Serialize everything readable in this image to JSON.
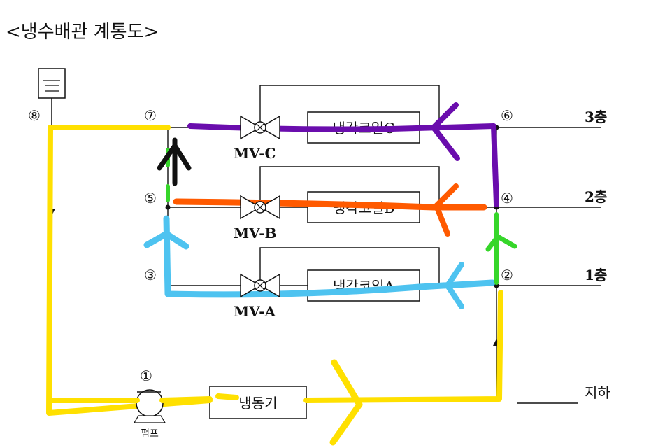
{
  "title": "<냉수배관 계통도>",
  "nodes": [
    "①",
    "②",
    "③",
    "④",
    "⑤",
    "⑥",
    "⑦",
    "⑧"
  ],
  "floors": {
    "third": "3층",
    "second": "2층",
    "first": "1층",
    "basement": "지하"
  },
  "coils": {
    "c": "냉각코일C",
    "b": "냉각코일B",
    "a": "냉각코일A"
  },
  "valves": {
    "c": "MV-C",
    "b": "MV-B",
    "a": "MV-A"
  },
  "chiller_label": "냉동기",
  "pump_label": "펌프",
  "flow_colors": {
    "main_loop": "#FFE000",
    "floor_3": "#6A0DAD",
    "floor_2": "#FF5A00",
    "floor_1": "#4EC3F0",
    "riser_2_to_4": "#36D62A",
    "riser_5_to_7": "#111111"
  }
}
